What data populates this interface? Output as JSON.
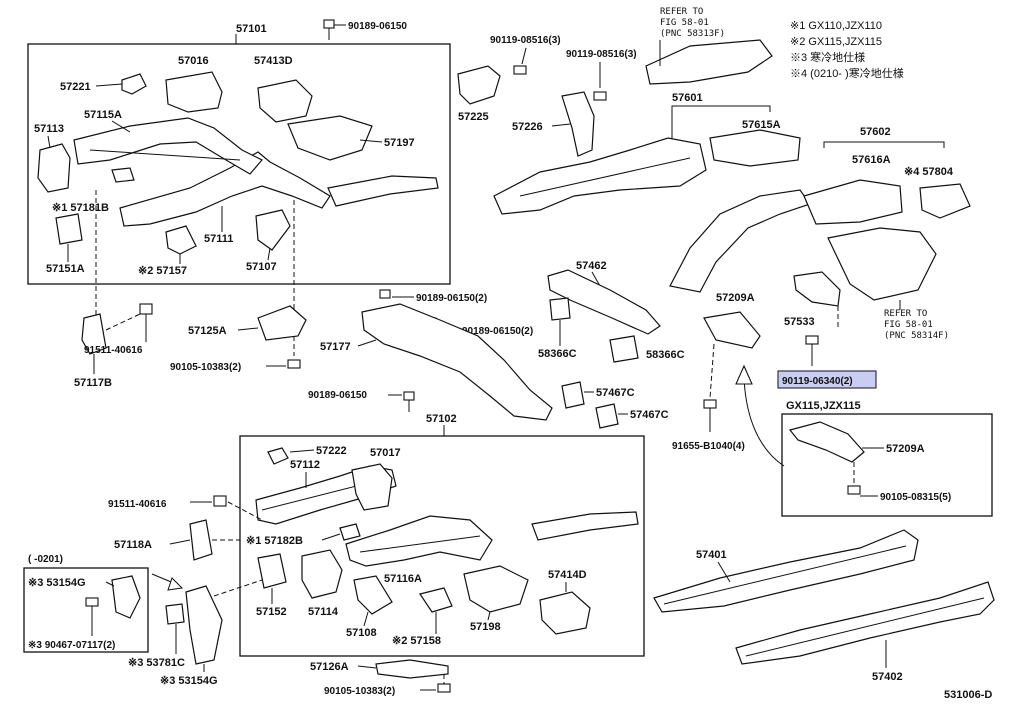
{
  "legend": [
    "※1 GX110,JZX110",
    "※2 GX115,JZX115",
    "※3 寒冷地仕様",
    "※4 (0210-    )寒冷地仕様"
  ],
  "refer_top": [
    "REFER TO",
    "FIG 58-01",
    "(PNC 58313F)"
  ],
  "refer_right": [
    "REFER TO",
    "FIG 58-01",
    "(PNC 58314F)"
  ],
  "inset_gx_title": "GX115,JZX115",
  "inset_date_title": "(    -0201)",
  "diagram_id": "531006-D",
  "highlighted_part": "90119-06340(2)",
  "labels": {
    "p57101": "57101",
    "p90189_06150_top": "90189-06150",
    "p90119_08516_a": "90119-08516(3)",
    "p90119_08516_b": "90119-08516(3)",
    "p57016": "57016",
    "p57413D": "57413D",
    "p57221": "57221",
    "p57115A": "57115A",
    "p57113": "57113",
    "p57197": "57197",
    "p57181B": "※1 57181B",
    "p57111": "57111",
    "p57151A": "57151A",
    "p57157": "※2 57157",
    "p57107": "57107",
    "p57225": "57225",
    "p57226": "57226",
    "p57601": "57601",
    "p57615A": "57615A",
    "p57602": "57602",
    "p57616A": "57616A",
    "p57804": "※4 57804",
    "p57462": "57462",
    "p57209A_top": "57209A",
    "p57533": "57533",
    "p90189_06150_2a": "90189-06150(2)",
    "p90189_06150_2b": "90189-06150(2)",
    "p57125A": "57125A",
    "p57177": "57177",
    "p58366C_a": "58366C",
    "p58366C_b": "58366C",
    "p91511_40616_a": "91511-40616",
    "p57117B": "57117B",
    "p90105_10383_a": "90105-10383(2)",
    "p57467C_a": "57467C",
    "p57467C_b": "57467C",
    "p90189_06150_mid": "90189-06150",
    "p57102": "57102",
    "p91655_B1040": "91655-B1040(4)",
    "p57209A_inset": "57209A",
    "p90105_08315": "90105-08315(5)",
    "p57222": "57222",
    "p57017": "57017",
    "p57112": "57112",
    "p91511_40616_b": "91511-40616",
    "p57118A": "57118A",
    "p57182B": "※1 57182B",
    "p57116A": "57116A",
    "p57414D": "57414D",
    "p53154G_a": "※3 53154G",
    "p90467": "※3 90467-07117(2)",
    "p53781C": "※3 53781C",
    "p53154G_b": "※3 53154G",
    "p57152": "57152",
    "p57114": "57114",
    "p57108": "57108",
    "p57158": "※2 57158",
    "p57198": "57198",
    "p57126A": "57126A",
    "p90105_10383_b": "90105-10383(2)",
    "p57401": "57401",
    "p57402": "57402"
  }
}
